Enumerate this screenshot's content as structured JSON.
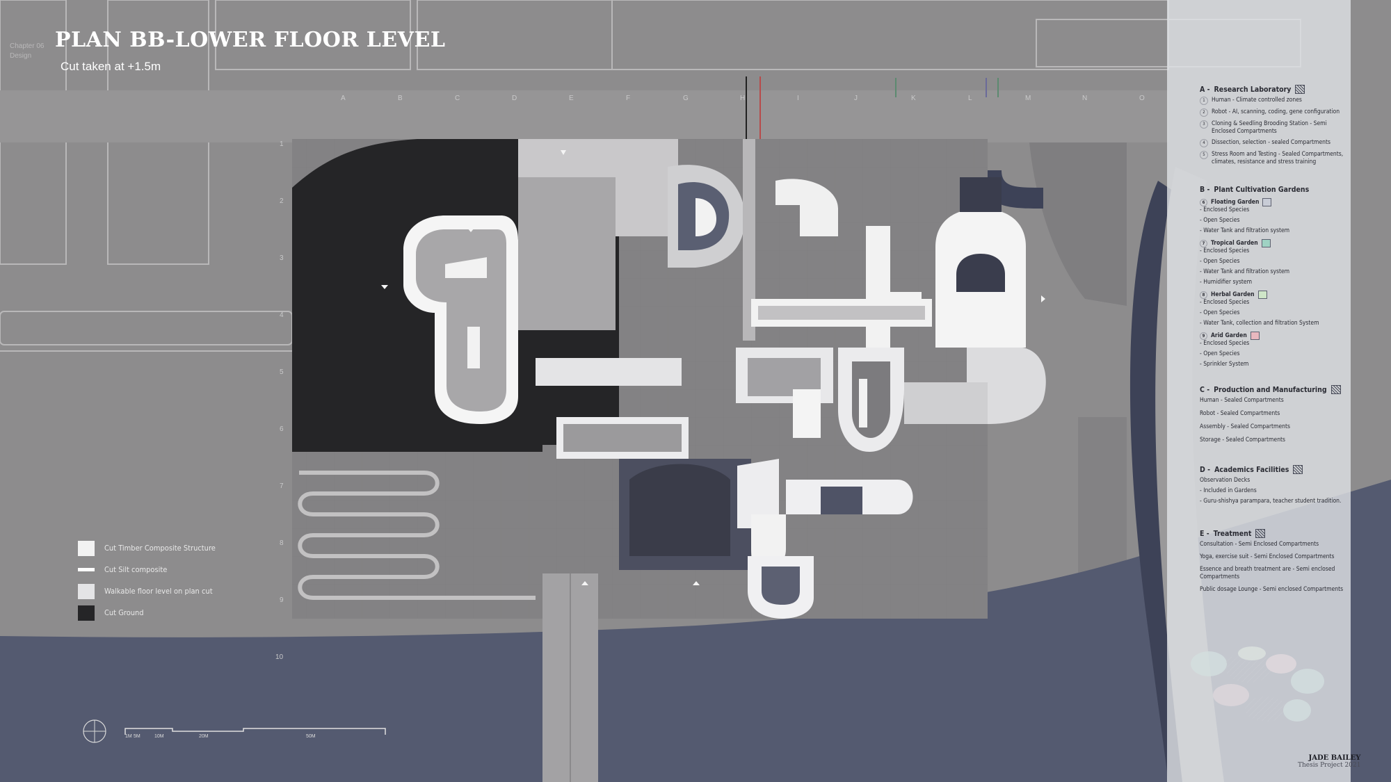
{
  "header": {
    "chapter": "Chapter 06 Design",
    "title": "PLAN BB-LOWER FLOOR LEVEL",
    "subtitle": "Cut taken at +1.5m"
  },
  "grid": {
    "columns": [
      "A",
      "B",
      "C",
      "D",
      "E",
      "F",
      "G",
      "H",
      "I",
      "J",
      "K",
      "L",
      "M",
      "N",
      "O"
    ],
    "rows": [
      "1",
      "2",
      "3",
      "4",
      "5",
      "6",
      "7",
      "8",
      "9",
      "10"
    ]
  },
  "legend_left": {
    "items": [
      {
        "label": "Cut Timber Composite Structure",
        "color": "#f2f2f2"
      },
      {
        "label": "Cut Silt composite",
        "color": "#ffffff"
      },
      {
        "label": "Walkable floor level on  plan cut",
        "color": "#e4e4e6"
      },
      {
        "label": "Cut Ground",
        "color": "#252527"
      }
    ]
  },
  "scale_bar": {
    "labels": [
      "1M",
      "5M",
      "10M",
      "20M",
      "50M"
    ]
  },
  "legend_right": {
    "sections": [
      {
        "code": "A -",
        "title": "Research Laboratory",
        "items": [
          {
            "num": "1",
            "text": "Human - Climate controlled zones"
          },
          {
            "num": "2",
            "text": "Robot - AI, scanning, coding, gene configuration"
          },
          {
            "num": "3",
            "text": "Cloning & Seedling Brooding Station - Semi Enclosed Compartments"
          },
          {
            "num": "4",
            "text": "Dissection, selection - sealed Compartments"
          },
          {
            "num": "5",
            "text": "Stress Room and Testing - Sealed Compartments, climates, resistance and stress training"
          }
        ]
      },
      {
        "code": "B -",
        "title": "Plant Cultivation Gardens",
        "gardens": [
          {
            "num": "6",
            "title": "Floating Garden",
            "color": "#c8ccd6",
            "lines": [
              "- Enclosed Species",
              "- Open Species",
              "- Water Tank and filtration system"
            ]
          },
          {
            "num": "7",
            "title": "Tropical Garden",
            "color": "#9fd2c3",
            "lines": [
              "- Enclosed Species",
              "- Open Species",
              "- Water Tank and filtration system",
              "- Humidifier system"
            ]
          },
          {
            "num": "8",
            "title": "Herbal Garden",
            "color": "#cfe6c8",
            "lines": [
              "- Enclosed Species",
              "- Open Species",
              "- Water Tank, collection and filtration System"
            ]
          },
          {
            "num": "9",
            "title": "Arid Garden",
            "color": "#e8b8bf",
            "lines": [
              "- Enclosed Species",
              "- Open Species",
              "- Sprinkler System"
            ]
          }
        ]
      },
      {
        "code": "C -",
        "title": "Production and Manufacturing",
        "lines": [
          "Human - Sealed Compartments",
          "Robot - Sealed Compartments",
          "Assembly - Sealed Compartments",
          "Storage - Sealed Compartments"
        ]
      },
      {
        "code": "D -",
        "title": "Academics Facilities",
        "lines": [
          "Observation Decks",
          "- Included in Gardens",
          "- Guru-shishya parampara, teacher student tradition."
        ]
      },
      {
        "code": "E -",
        "title": "Treatment",
        "lines": [
          "Consultation - Semi Enclosed Compartments",
          "Yoga, exercise suit - Semi Enclosed Compartments",
          "Essence and breath treatment are - Semi enclosed Compartments",
          "Public dosage Lounge - Semi enclosed Compartments"
        ]
      }
    ]
  },
  "signature": {
    "name": "JADE BAILEY",
    "project": "Thesis Project 2021"
  },
  "colors": {
    "ground": "#8d8c8d",
    "water": "#545a70",
    "cut_ground": "#252527",
    "structure": "#eeeeee",
    "panel": "#e0e2e6"
  }
}
